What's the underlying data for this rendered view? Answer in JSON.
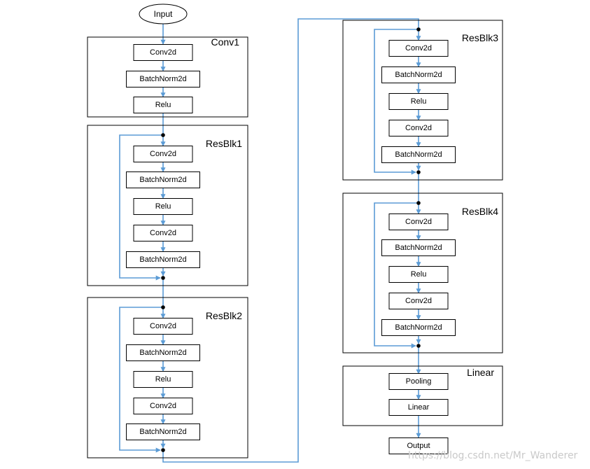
{
  "input_label": "Input",
  "output_label": "Output",
  "groups": [
    {
      "title": "Conv1",
      "layers": [
        "Conv2d",
        "BatchNorm2d",
        "Relu"
      ]
    },
    {
      "title": "ResBlk1",
      "layers": [
        "Conv2d",
        "BatchNorm2d",
        "Relu",
        "Conv2d",
        "BatchNorm2d"
      ]
    },
    {
      "title": "ResBlk2",
      "layers": [
        "Conv2d",
        "BatchNorm2d",
        "Relu",
        "Conv2d",
        "BatchNorm2d"
      ]
    },
    {
      "title": "ResBlk3",
      "layers": [
        "Conv2d",
        "BatchNorm2d",
        "Relu",
        "Conv2d",
        "BatchNorm2d"
      ]
    },
    {
      "title": "ResBlk4",
      "layers": [
        "Conv2d",
        "BatchNorm2d",
        "Relu",
        "Conv2d",
        "BatchNorm2d"
      ]
    },
    {
      "title": "Linear",
      "layers": [
        "Pooling",
        "Linear"
      ]
    }
  ],
  "watermark": "https://blog.csdn.net/Mr_Wanderer",
  "colors": {
    "arrow": "#5b9bd5",
    "box_stroke": "#000000",
    "text": "#000000"
  }
}
